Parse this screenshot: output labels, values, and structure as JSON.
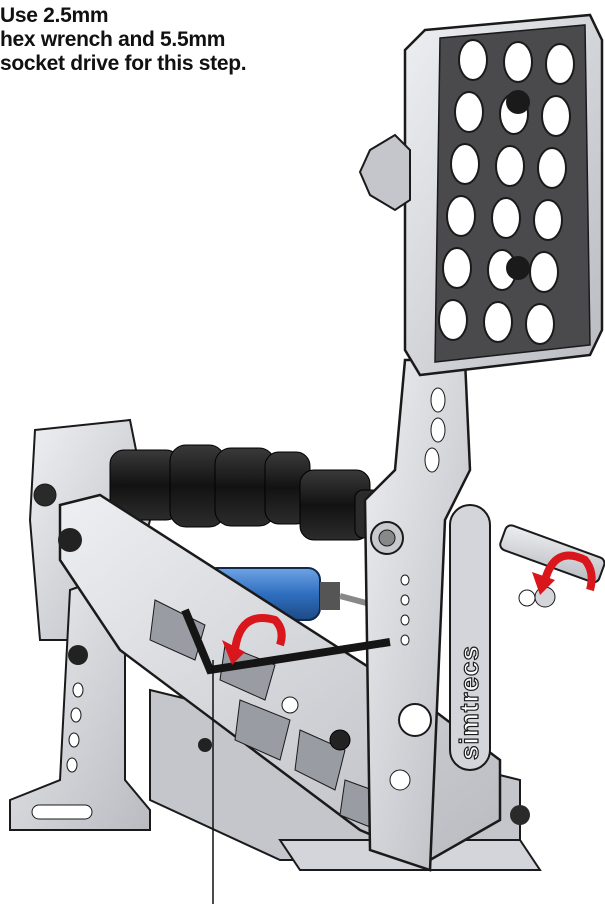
{
  "instruction": {
    "lines": [
      "Use 2.5mm",
      "hex wrench and 5.5mm",
      "socket drive for this step."
    ]
  },
  "branding": {
    "logo_text": "simtrecs"
  },
  "colors": {
    "aluminum": "#d9dade",
    "aluminum_shadow": "#9a9ca3",
    "outline": "#1a1a1a",
    "damper": "#1c1c1c",
    "spring_blue": "#2f6fc0",
    "arrow_red": "#d8161b",
    "socket_rod": "#c9ccd2"
  },
  "icons": [
    "rotation-arrow-icon",
    "rotation-arrow-icon",
    "hex-wrench-icon",
    "socket-drive-icon"
  ]
}
